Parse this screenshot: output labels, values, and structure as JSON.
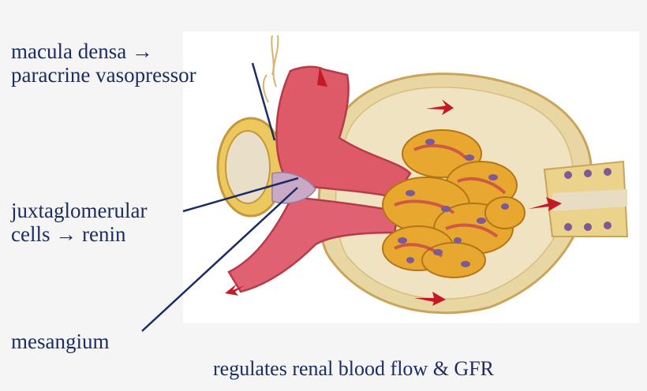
{
  "labels": {
    "macula_densa": {
      "line1": "macula densa →",
      "line2": "paracrine vasopressor"
    },
    "juxtaglomerular": {
      "line1": "juxtaglomerular",
      "line2": "cells → renin"
    },
    "mesangium": "mesangium"
  },
  "caption": "regulates renal blood flow & GFR",
  "colors": {
    "label_text": "#1c2d63",
    "leader_line": "#1c2d63",
    "arteriole": "#d9485a",
    "capsule": "#e8c96a",
    "capillary_tuft": "#e6a72e",
    "flow_arrow": "#c41a25",
    "nuclei": "#7c5a96"
  }
}
